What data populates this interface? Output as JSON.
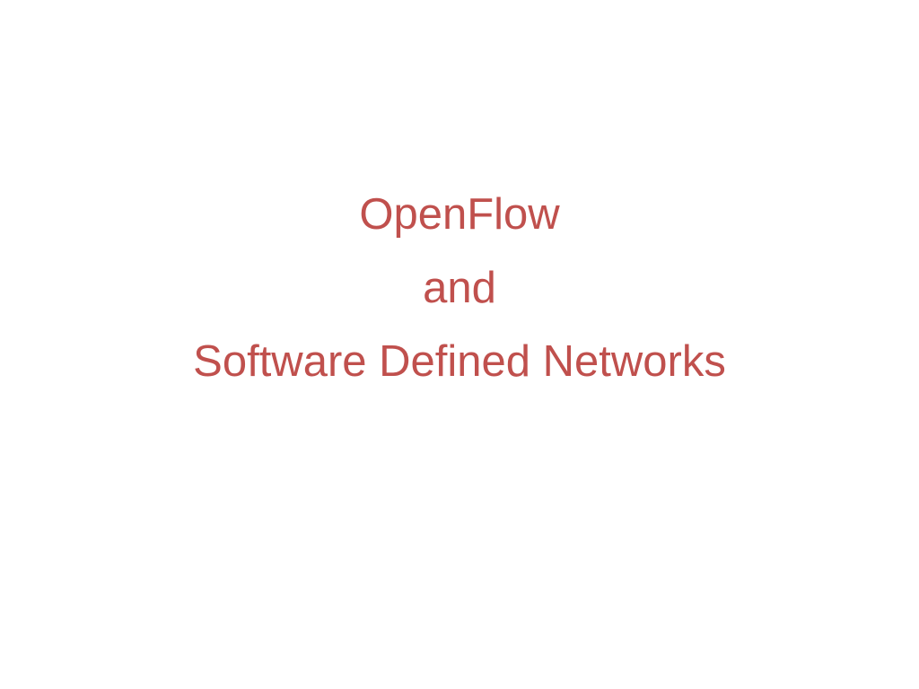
{
  "slide": {
    "background_color": "#FFFFFF",
    "title": {
      "color": "#C0504D",
      "lines": [
        "OpenFlow",
        "and",
        "Software Defined Networks"
      ]
    }
  }
}
